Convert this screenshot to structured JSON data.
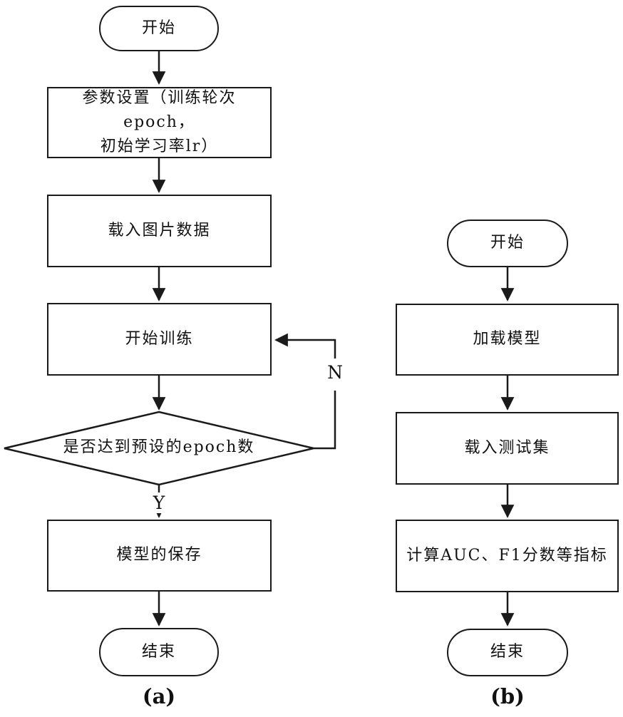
{
  "figure": {
    "caption_a": "(a)",
    "caption_b": "(b)"
  },
  "flow_a": {
    "start": "开始",
    "set_params_line1": "参数设置（训练轮次epoch，",
    "set_params_line2": "初始学习率lr）",
    "load_images": "载入图片数据",
    "start_training": "开始训练",
    "decision_epoch": "是否达到预设的epoch数",
    "yes_label": "Y",
    "no_label": "N",
    "save_model": "模型的保存",
    "end": "结束"
  },
  "flow_b": {
    "start": "开始",
    "load_model": "加载模型",
    "load_testset": "载入测试集",
    "compute_metrics": "计算AUC、F1分数等指标",
    "end": "结束"
  },
  "colors": {
    "stroke": "#1a1a1a",
    "background": "#ffffff"
  }
}
